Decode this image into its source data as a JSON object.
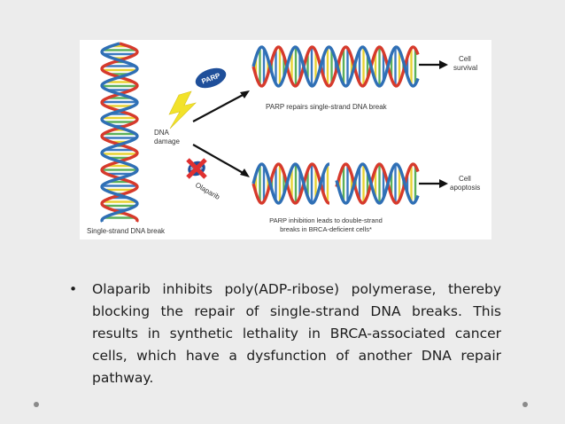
{
  "diagram": {
    "label_single_strand_break": "Single-strand DNA break",
    "label_dna_damage_line1": "DNA",
    "label_dna_damage_line2": "damage",
    "label_parp": "PARP",
    "label_olaparib": "Olaparib",
    "label_parp_repairs": "PARP repairs single-strand DNA break",
    "label_cell_survival_line1": "Cell",
    "label_cell_survival_line2": "survival",
    "label_inhibition_line1": "PARP inhibition leads to double-strand",
    "label_inhibition_line2": "breaks in BRCA-deficient cells*",
    "label_cell_apoptosis_line1": "Cell",
    "label_cell_apoptosis_line2": "apoptosis",
    "colors": {
      "strand_red": "#d63a2c",
      "strand_blue": "#2f6fb5",
      "rung_yellow": "#e8d232",
      "rung_green": "#5cb05a",
      "rung_blue": "#3a79c0",
      "lightning": "#f2e22a",
      "parp_oval": "#1f4f9a",
      "arrow": "#111111"
    }
  },
  "bullet": {
    "symbol": "•",
    "text": "Olaparib inhibits poly(ADP-ribose) polymerase, thereby blocking the repair of single-strand DNA breaks. This results in synthetic lethality in BRCA-associated cancer cells, which have a dysfunction of another DNA repair pathway."
  }
}
